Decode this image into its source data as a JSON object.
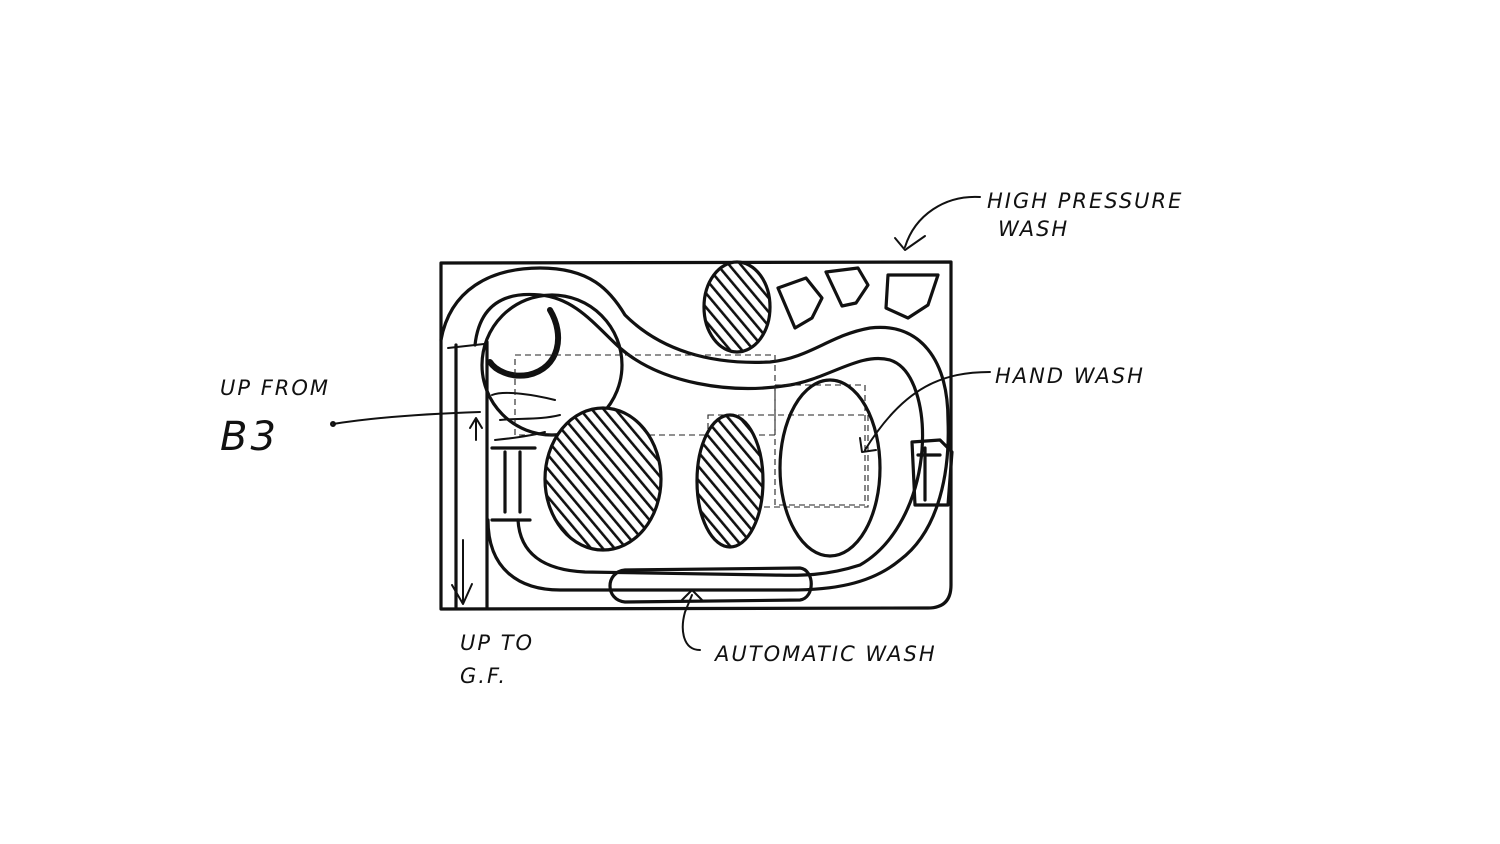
{
  "labels": {
    "high_pressure_wash_1": "HIGH PRESSURE",
    "high_pressure_wash_2": "WASH",
    "hand_wash": "HAND WASH",
    "up_from_1": "UP FROM",
    "up_from_2": "B3",
    "up_to_1": "UP TO",
    "up_to_2": "G.F.",
    "automatic_wash": "AUTOMATIC WASH"
  },
  "colors": {
    "ink": "#111111",
    "paper": "#ffffff"
  }
}
